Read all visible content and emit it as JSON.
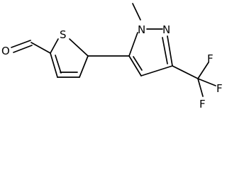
{
  "atoms": {
    "oxygen": "O",
    "sulfur": "S",
    "nitrogen_1": "N",
    "nitrogen_2": "N",
    "fluorine_1": "F",
    "fluorine_2": "F",
    "fluorine_3": "F"
  }
}
